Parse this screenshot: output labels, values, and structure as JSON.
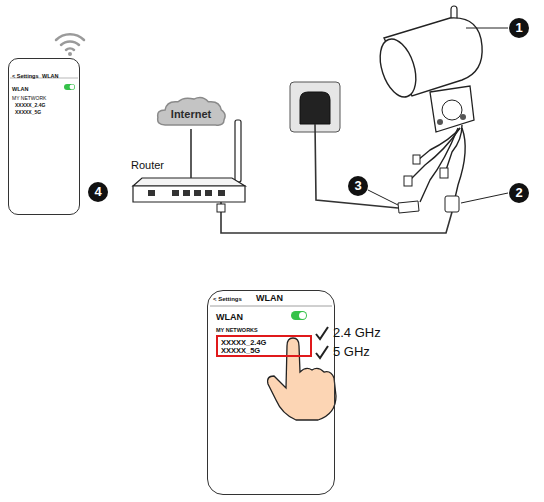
{
  "diagram": {
    "nodes": [
      {
        "text": [
          "< Settings",
          "WLAN",
          "WLAN",
          "MY NETWORK",
          "XXXXX_2.4G",
          "XXXXX_5G"
        ]
      },
      {
        "text": [
          "Internet"
        ]
      },
      {
        "text": [
          "Router"
        ]
      },
      {
        "text": [
          "< Settings",
          "WLAN",
          "WLAN",
          "MY NETWORKS"
        ]
      },
      {
        "text": [
          "XXXXX_2.4G",
          "XXXXX_5G"
        ],
        "in": 3
      }
    ],
    "edges": [
      {
        "from": 1,
        "to": 2,
        "arrow": "none"
      }
    ],
    "labels": [
      "1",
      "2",
      "3",
      "4",
      "2.4 GHz",
      "5 GHz"
    ]
  }
}
